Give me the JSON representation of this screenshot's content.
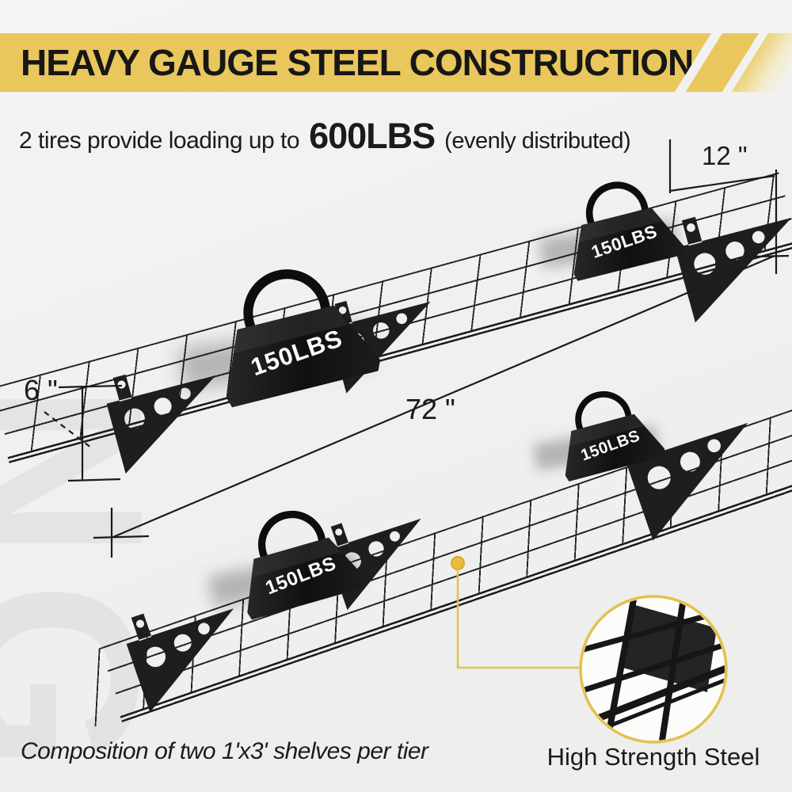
{
  "banner": {
    "title": "HEAVY GAUGE STEEL CONSTRUCTION"
  },
  "subtitle": {
    "prefix": "2 tires provide loading up to",
    "highlight": "600LBS",
    "suffix": "(evenly distributed)"
  },
  "dimensions": {
    "depth": "12 \"",
    "gap": "6 \"",
    "length": "72 \""
  },
  "weights": {
    "label": "150LBS"
  },
  "callout": {
    "label": "High Strength Steel"
  },
  "footnote": {
    "text": "Composition of two 1'x3' shelves per tier"
  },
  "watermark": {
    "letter_top": "N",
    "letter_bottom": "G"
  },
  "colors": {
    "banner_yellow": "#e9c75d",
    "callout_yellow": "#e3c14c",
    "steel_black": "#1b1b1b",
    "background": "#f1f1f0"
  }
}
